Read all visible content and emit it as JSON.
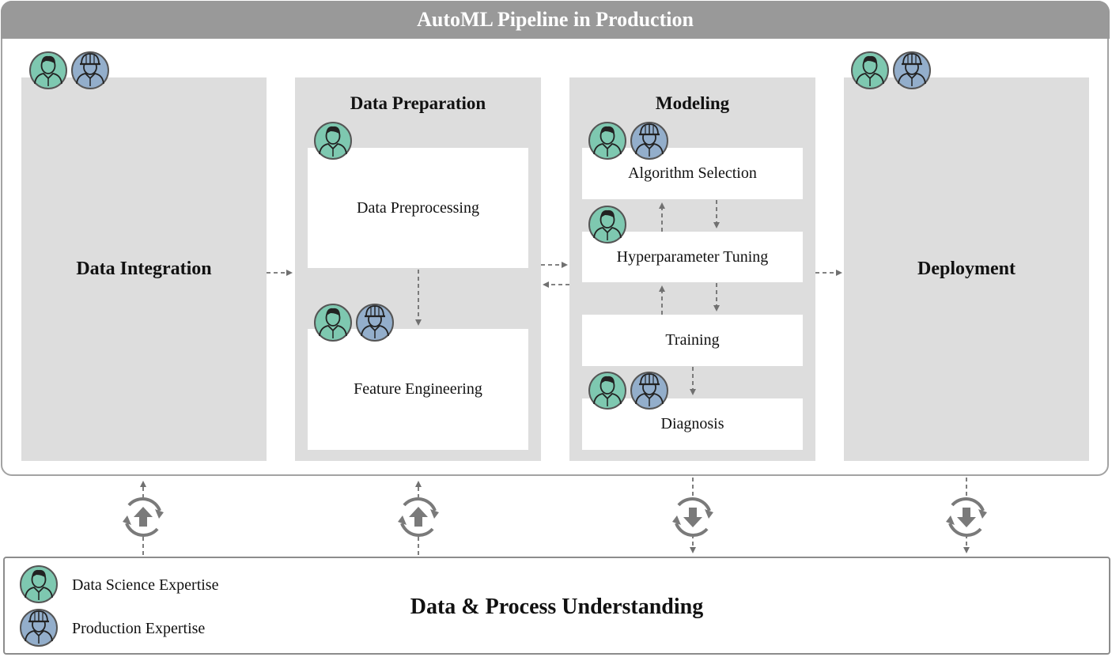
{
  "title": "AutoML Pipeline in Production",
  "stages": {
    "data_integration": {
      "label": "Data Integration"
    },
    "data_preparation": {
      "title": "Data Preparation",
      "steps": [
        "Data Preprocessing",
        "Feature Engineering"
      ]
    },
    "modeling": {
      "title": "Modeling",
      "steps": [
        "Algorithm Selection",
        "Hyperparameter Tuning",
        "Training",
        "Diagnosis"
      ]
    },
    "deployment": {
      "label": "Deployment"
    }
  },
  "bottom": {
    "title": "Data & Process Understanding"
  },
  "legend": {
    "data_science": "Data Science Expertise",
    "production": "Production Expertise"
  },
  "colors": {
    "data_science_avatar": "#7ec8b0",
    "production_avatar": "#93aecb",
    "stage_bg": "#dddddd",
    "title_bar": "#999999",
    "arrow": "#707070"
  },
  "icons": [
    "data-science-expert-icon",
    "production-expert-icon",
    "cycle-up-icon",
    "cycle-down-icon"
  ]
}
